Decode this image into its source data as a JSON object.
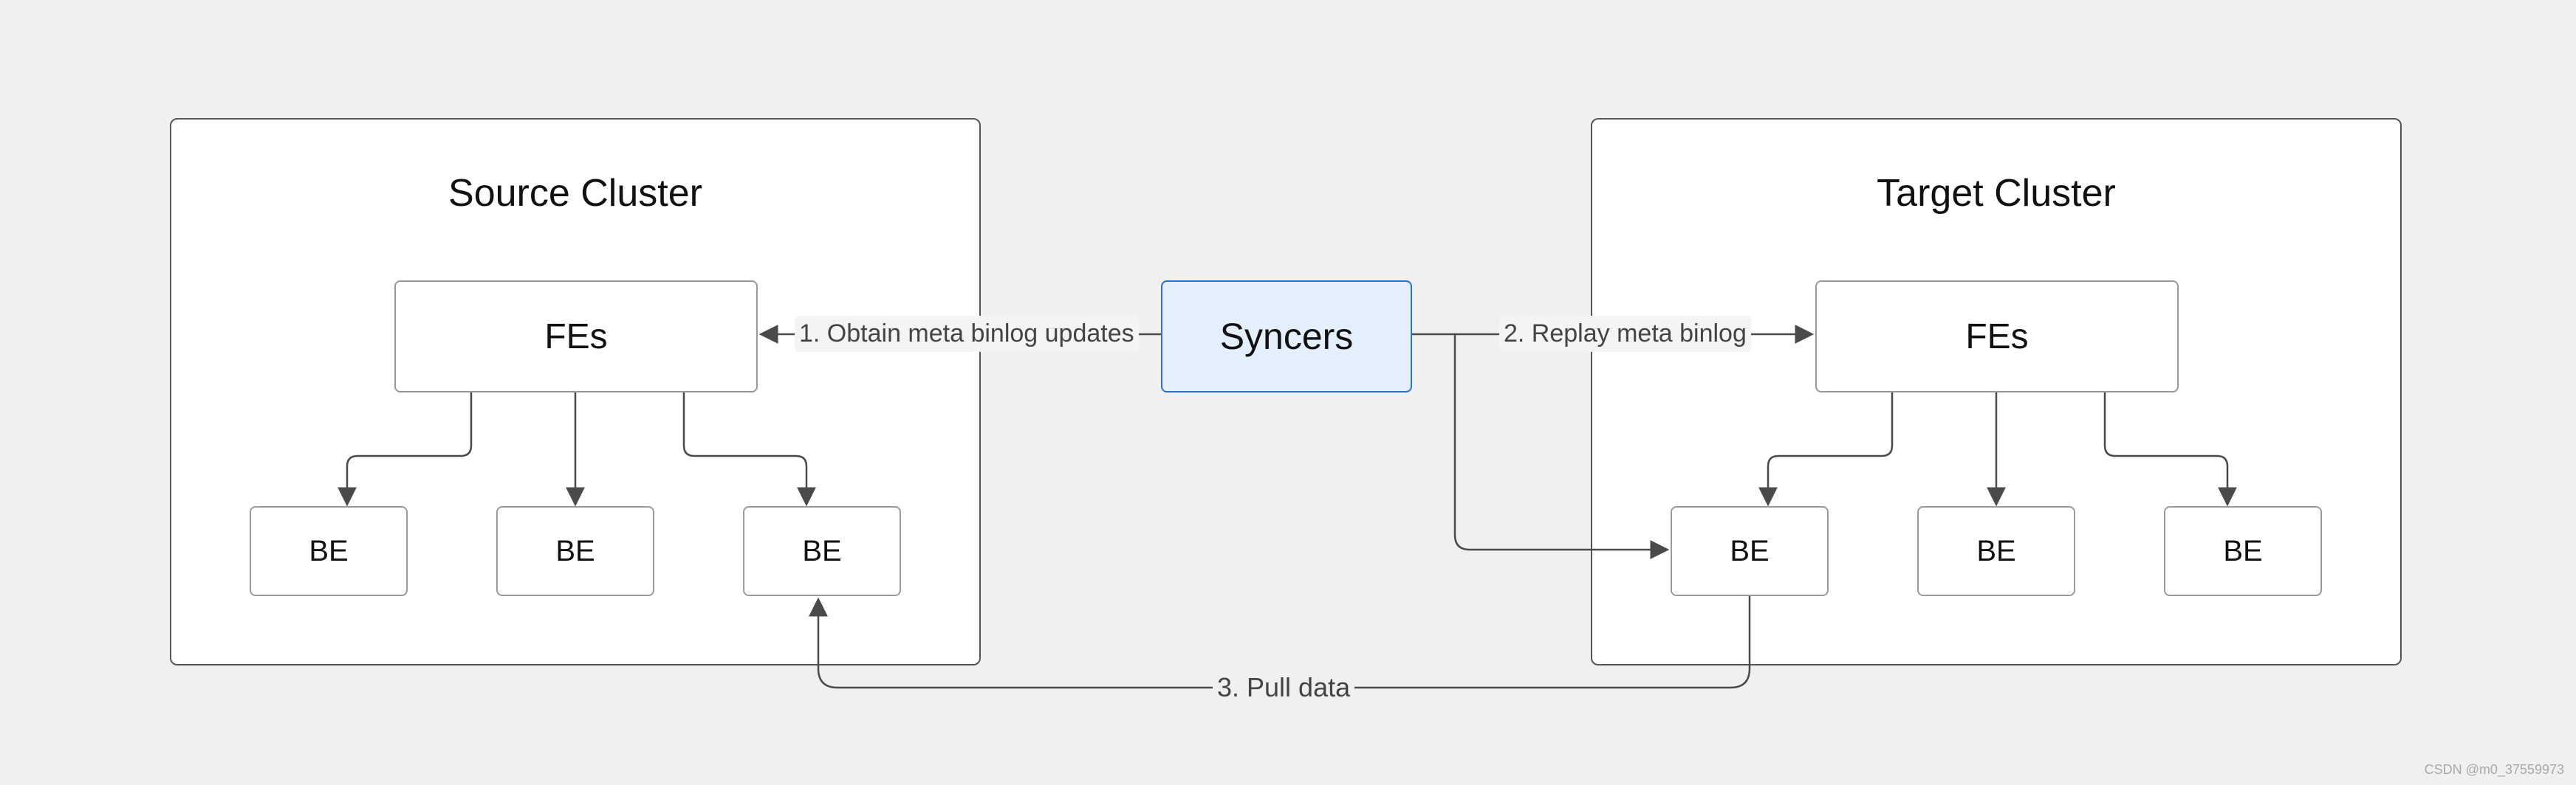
{
  "source_cluster": {
    "title": "Source Cluster",
    "fe_label": "FEs",
    "be_labels": [
      "BE",
      "BE",
      "BE"
    ]
  },
  "target_cluster": {
    "title": "Target Cluster",
    "fe_label": "FEs",
    "be_labels": [
      "BE",
      "BE",
      "BE"
    ]
  },
  "syncers": {
    "label": "Syncers",
    "fill_color": "#e3effd",
    "border_color": "#2f6fd0"
  },
  "edges": {
    "obtain_meta": "1. Obtain meta binlog updates",
    "replay_meta": "2. Replay meta binlog",
    "pull_data": "3. Pull data"
  },
  "watermark": "CSDN @m0_37559973"
}
